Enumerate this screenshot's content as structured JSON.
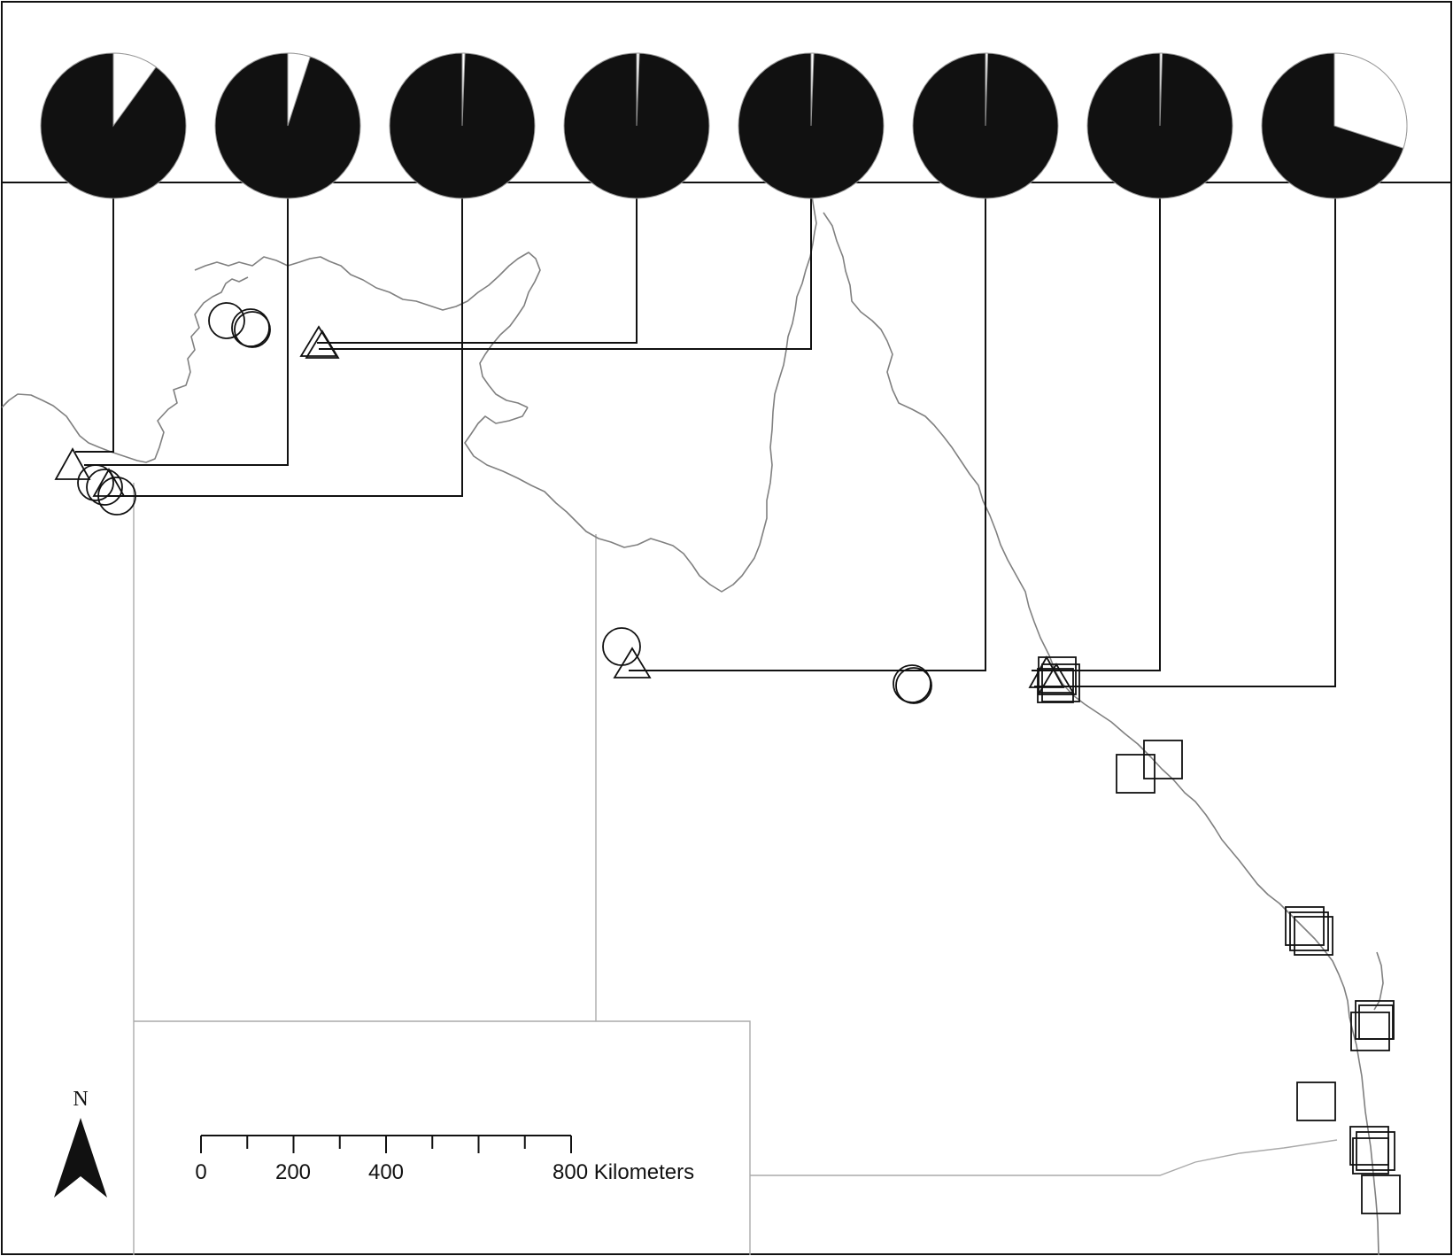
{
  "colors": {
    "frame": "#111111",
    "pie_fill": "#111111",
    "pie_remainder": "#ffffff",
    "coastline": "#808080",
    "boundary": "#aaaaaa",
    "leader": "#111111",
    "marker": "#111111"
  },
  "map": {
    "marker_types": [
      "circle",
      "triangle",
      "square"
    ]
  },
  "pies": [
    {
      "id": "pie-1",
      "fraction_white": 0.1
    },
    {
      "id": "pie-2",
      "fraction_white": 0.05
    },
    {
      "id": "pie-3",
      "fraction_white": 0.006
    },
    {
      "id": "pie-4",
      "fraction_white": 0.006
    },
    {
      "id": "pie-5",
      "fraction_white": 0.006
    },
    {
      "id": "pie-6",
      "fraction_white": 0.005
    },
    {
      "id": "pie-7",
      "fraction_white": 0.005
    },
    {
      "id": "pie-8",
      "fraction_white": 0.3
    }
  ],
  "scale_bar": {
    "labels": [
      "0",
      "200",
      "400",
      "800 Kilometers"
    ],
    "max_km": 800
  },
  "north_arrow": {
    "label": "N",
    "icon": "north-arrow-icon"
  }
}
